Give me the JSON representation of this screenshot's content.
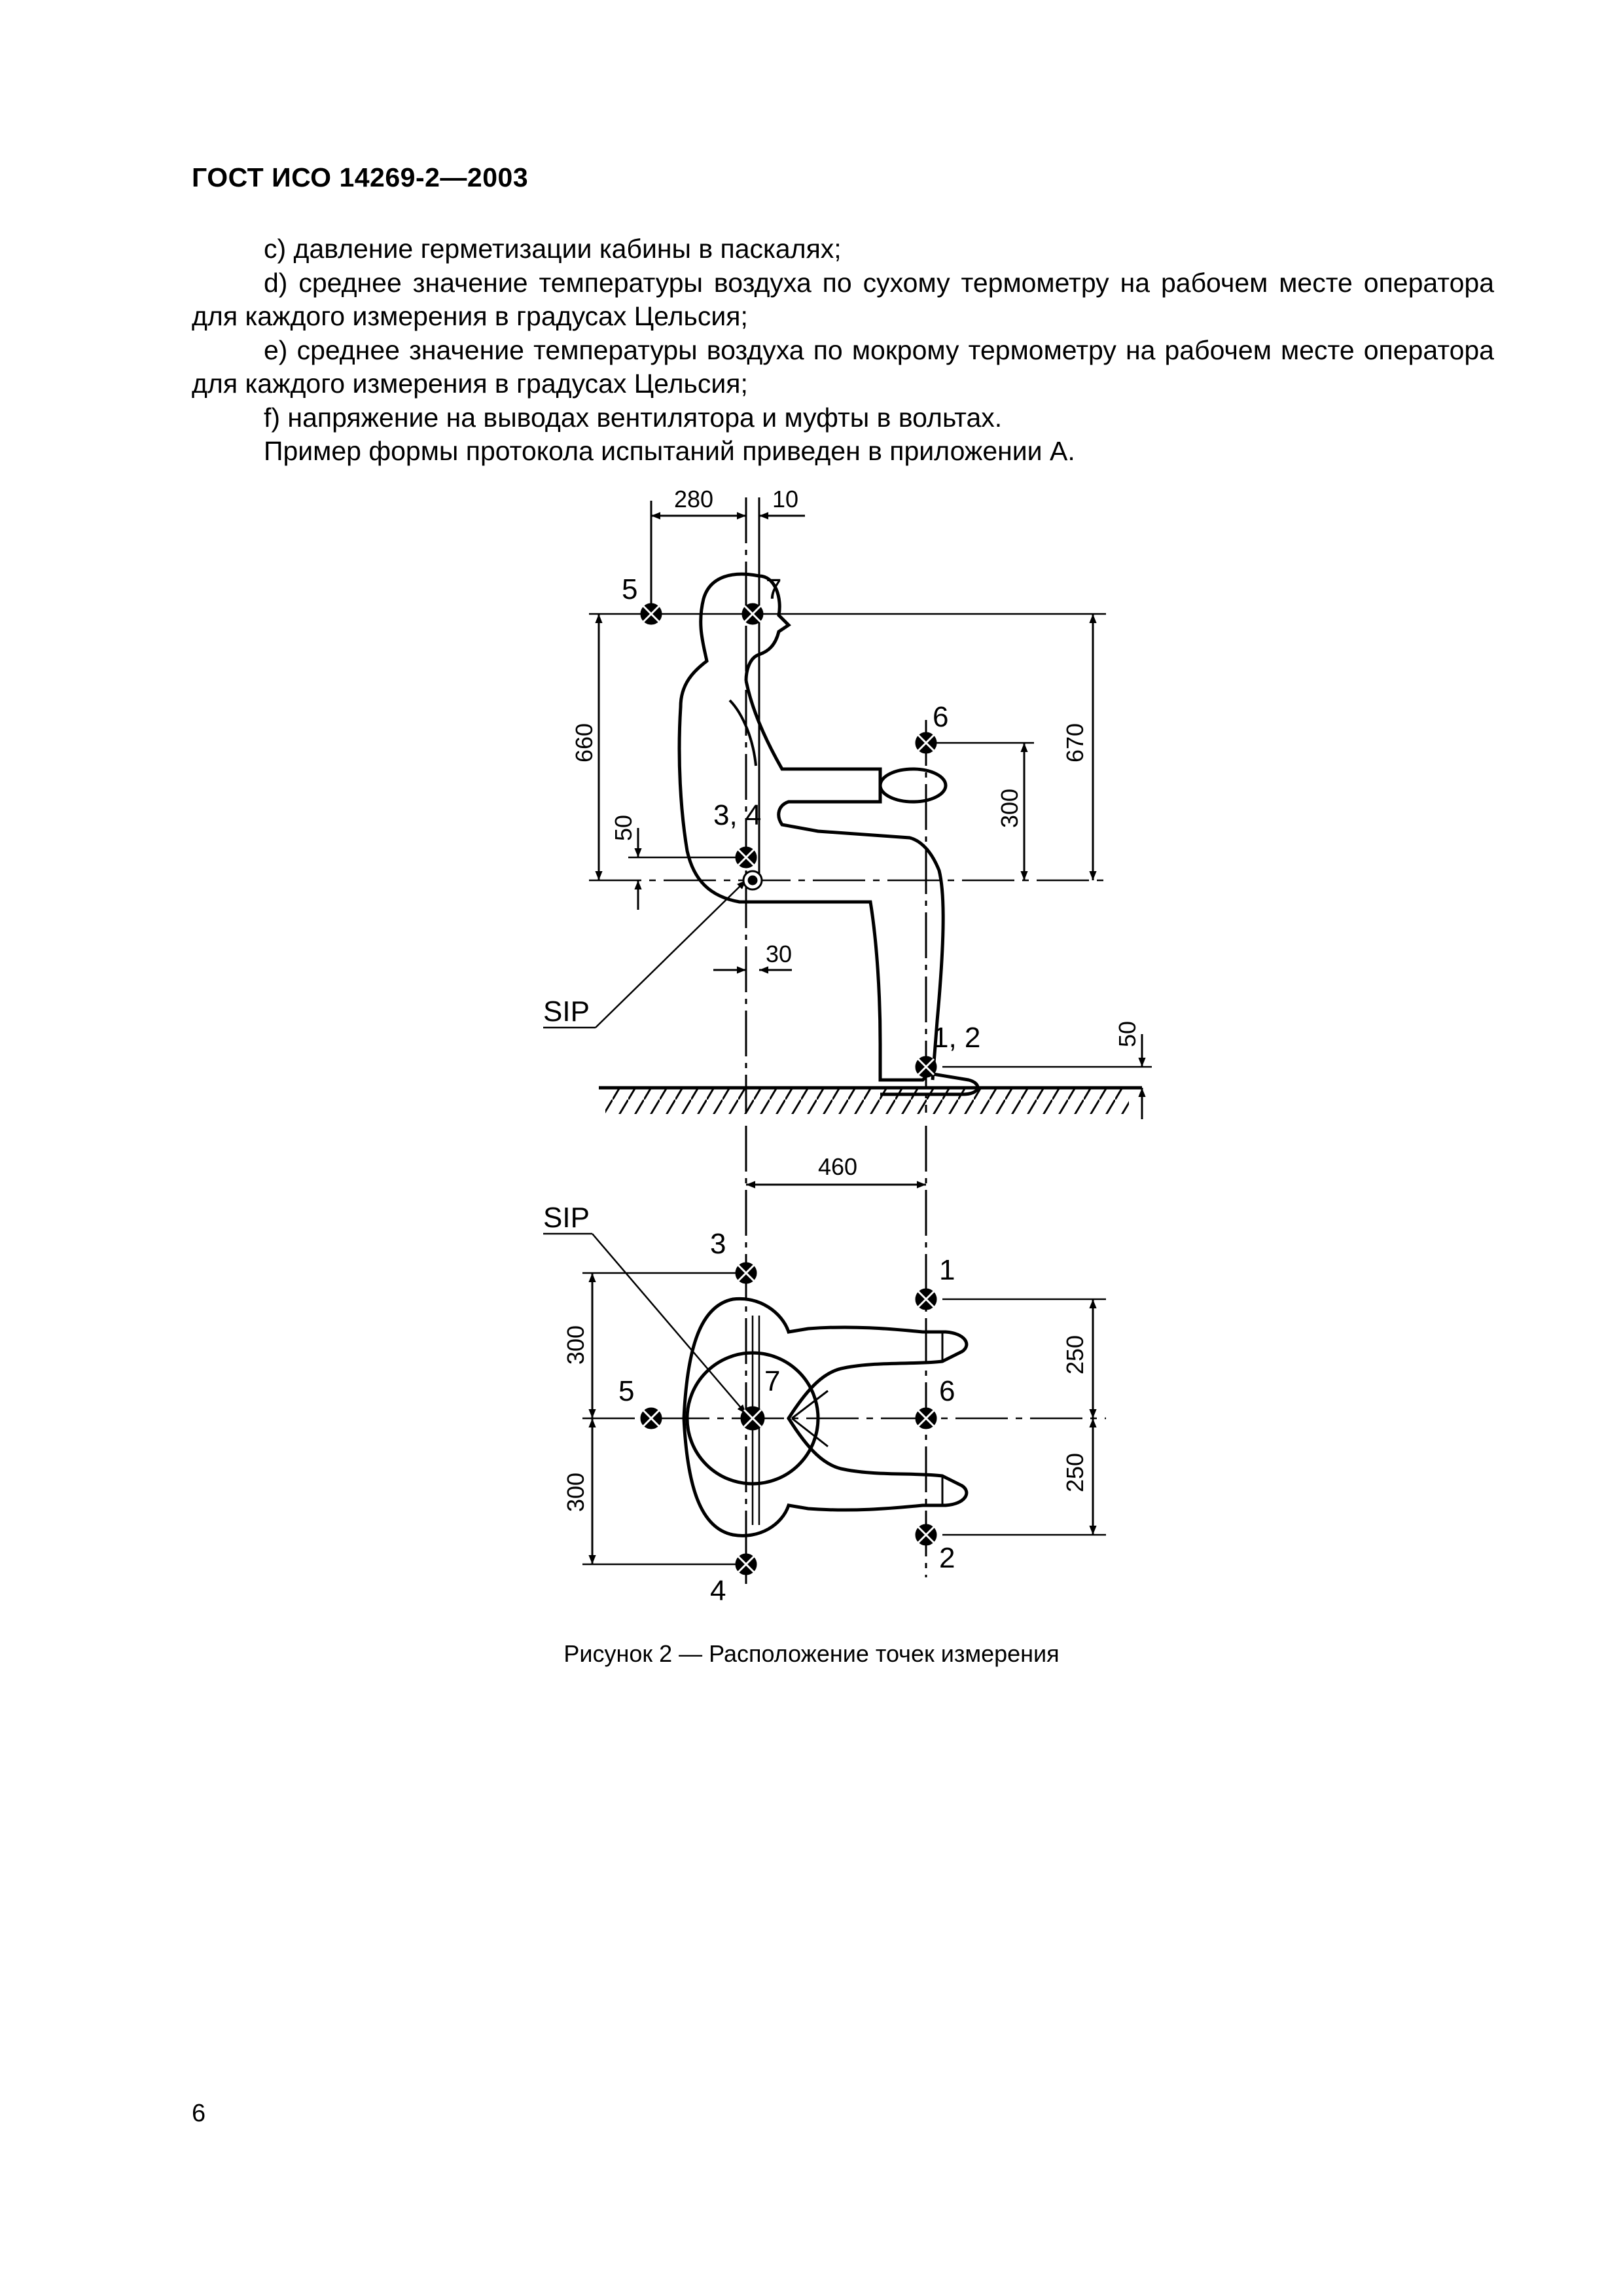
{
  "header": {
    "doc_id": "ГОСТ ИСО 14269-2—2003"
  },
  "items": {
    "c": "c)  давление герметизации кабины в паскалях;",
    "d": "d)  среднее значение температуры воздуха по сухому термометру на рабочем месте оператора для каждого измерения в градусах Цельсия;",
    "e": "e)  среднее значение температуры воздуха по мокрому термометру на рабочем месте оператора для каждого измерения в градусах Цельсия;",
    "f": "f)  напряжение на выводах вентилятора и муфты в вольтах.",
    "note": "Пример формы протокола испытаний приведен в приложении А."
  },
  "figure": {
    "caption": "Рисунок 2 — Расположение точек измерения",
    "side_view": {
      "dim_280": "280",
      "dim_10": "10",
      "dim_660": "660",
      "dim_670": "670",
      "dim_300": "300",
      "dim_50_seat": "50",
      "dim_30": "30",
      "dim_50_floor": "50",
      "label_5": "5",
      "label_7": "7",
      "label_6": "6",
      "label_34": "3, 4",
      "label_12": "1, 2",
      "sip": "SIP"
    },
    "top_view": {
      "dim_460": "460",
      "dim_300_top": "300",
      "dim_300_bottom": "300",
      "dim_250_top": "250",
      "dim_250_bottom": "250",
      "label_1": "1",
      "label_2": "2",
      "label_3": "3",
      "label_4": "4",
      "label_5": "5",
      "label_6": "6",
      "label_7": "7",
      "sip": "SIP"
    }
  },
  "page_number": "6"
}
